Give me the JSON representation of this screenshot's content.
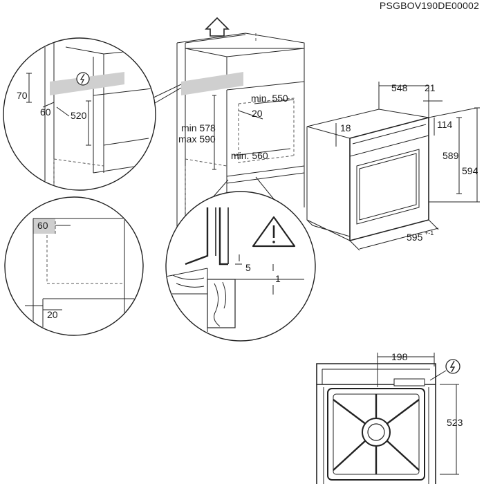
{
  "document_code": "PSGBOV190DE00002",
  "detail_top_left": {
    "dim_70": "70",
    "dim_60": "60",
    "dim_520": "520",
    "symbol": "electrical-connection-icon"
  },
  "detail_left": {
    "dim_60": "60",
    "dim_20": "20"
  },
  "cabinet": {
    "dim_min550": "min. 550",
    "dim_20": "20",
    "dim_min578": "min 578",
    "dim_max590": "max 590",
    "dim_min560": "min. 560"
  },
  "detail_bottom": {
    "dim_5": "5",
    "dim_1": "1",
    "symbol": "warning-triangle-icon"
  },
  "oven": {
    "dim_548": "548",
    "dim_21": "21",
    "dim_18": "18",
    "dim_114": "114",
    "dim_589": "589",
    "dim_594": "594",
    "dim_595": "595",
    "dim_595_tol": "+-1"
  },
  "rear_view": {
    "dim_198": "198",
    "dim_523": "523",
    "symbol": "electrical-connection-icon"
  }
}
